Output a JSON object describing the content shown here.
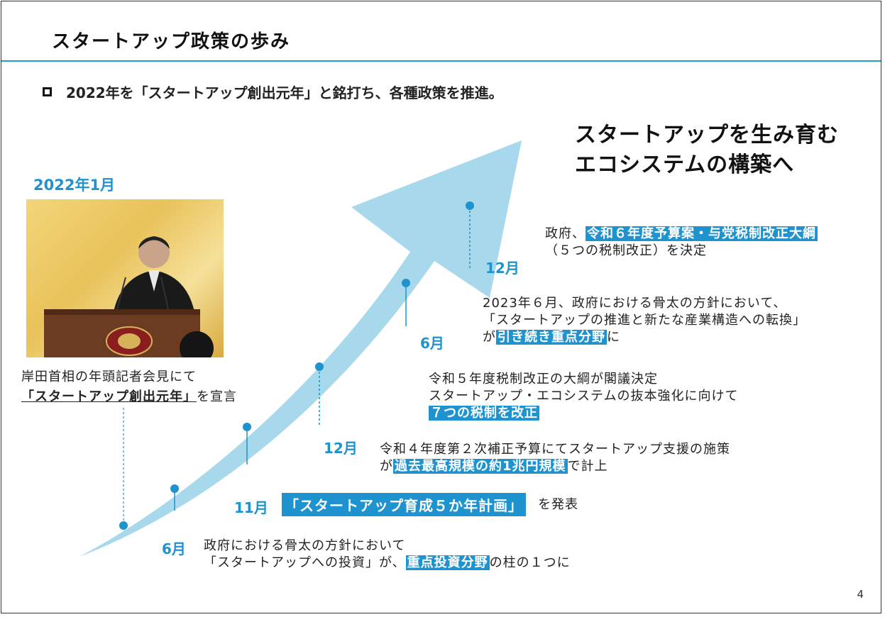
{
  "title": "スタートアップ政策の歩み",
  "bullet": "2022年を「スタートアップ創出元年」と銘打ち、各種政策を推進。",
  "goal": [
    "スタートアップを生み育む",
    "エコシステムの構築へ"
  ],
  "year_label": "2022年1月",
  "caption": {
    "line1": "岸田首相の年頭記者会見にて",
    "emph": "「スタートアップ創出元年」",
    "line2_rest": "を宣言"
  },
  "milestones": {
    "m1": {
      "month": "6月",
      "line1": "政府における骨太の方針において",
      "line2_pre": "「スタートアップへの投資」が、",
      "highlight": "重点投資分野",
      "line2_post": "の柱の１つに"
    },
    "m2": {
      "month": "11月",
      "highlight": "「スタートアップ育成５か年計画」",
      "post": "を発表"
    },
    "m3": {
      "month": "12月",
      "line1": "令和４年度第２次補正予算にてスタートアップ支援の施策",
      "pre": "が",
      "highlight": "過去最高規模の約1兆円規模",
      "post": "で計上"
    },
    "m4": {
      "line1": "令和５年度税制改正の大綱が閣議決定",
      "line2": "スタートアップ・エコシステムの抜本強化に向けて",
      "highlight": "７つの税制を改正"
    },
    "m5": {
      "month": "6月",
      "line1": "2023年６月、政府における骨太の方針において、",
      "line2": "「スタートアップの推進と新たな産業構造への転換」",
      "pre": "が",
      "highlight": "引き続き重点分野",
      "post": "に"
    },
    "m6": {
      "month": "12月",
      "pre": "政府、",
      "highlight": "令和６年度予算案・与党税制改正大綱",
      "line2": "（５つの税制改正）を決定"
    }
  },
  "page_number": "4",
  "colors": {
    "accent": "#1f93cf",
    "arrow": "#a8d8ec"
  },
  "icons": {
    "bullet": "hollow-square-icon"
  }
}
